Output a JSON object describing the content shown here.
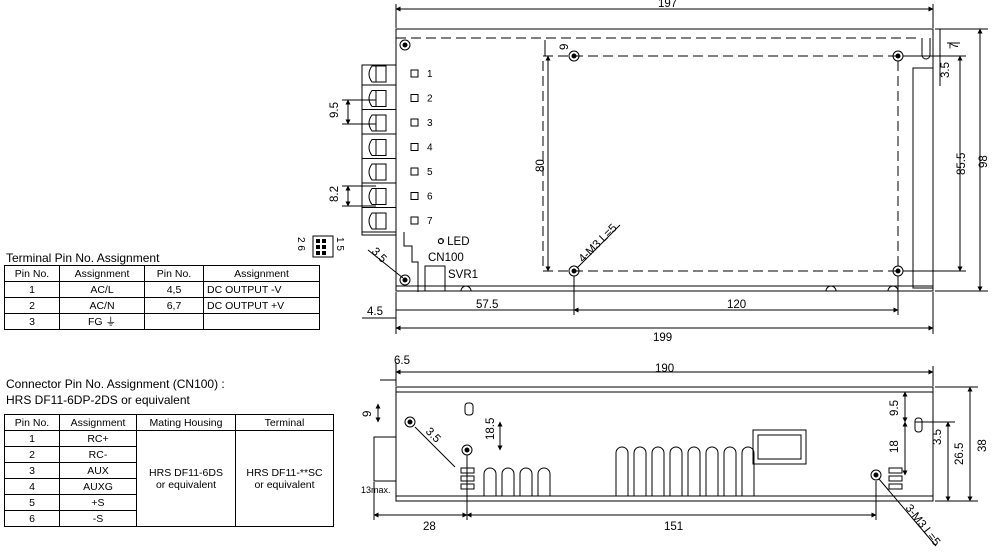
{
  "terminal_table": {
    "title": "Terminal Pin No.  Assignment",
    "headers": [
      "Pin No.",
      "Assignment",
      "Pin No.",
      "Assignment"
    ],
    "rows": [
      [
        "1",
        "AC/L",
        "4,5",
        "DC OUTPUT -V"
      ],
      [
        "2",
        "AC/N",
        "6,7",
        "DC OUTPUT +V"
      ],
      [
        "3",
        "FG ⏚",
        "",
        ""
      ]
    ]
  },
  "connector_table": {
    "title": "Connector Pin No. Assignment (CN100) :",
    "subtitle": "HRS DF11-6DP-2DS or equivalent",
    "headers": [
      "Pin No.",
      "Assignment",
      "Mating Housing",
      "Terminal"
    ],
    "rows": [
      [
        "1",
        "RC+"
      ],
      [
        "2",
        "RC-"
      ],
      [
        "3",
        "AUX"
      ],
      [
        "4",
        "AUXG"
      ],
      [
        "5",
        "+S"
      ],
      [
        "6",
        "-S"
      ]
    ],
    "mating_housing": "HRS DF11-6DS\nor equivalent",
    "terminal": "HRS DF11-**SC\nor equivalent"
  },
  "top_view": {
    "dims": {
      "overall_width": "197",
      "top_right_offset": "7",
      "hole_dia": "3.5",
      "hole_inset": "9",
      "height_85": "85.5",
      "height_98": "98",
      "height_80": "80",
      "pitch_95": "9.5",
      "pitch_82": "8.2",
      "mount_holes": "4-M3 L=5",
      "hole_35": "3.5",
      "left_offset": "4.5",
      "spacing_575": "57.5",
      "spacing_120": "120",
      "overall_199": "199"
    },
    "terminals": [
      "1",
      "2",
      "3",
      "4",
      "5",
      "6",
      "7"
    ],
    "labels": {
      "led": "LED",
      "cn100": "CN100",
      "svr1": "SVR1"
    },
    "cn100_pins": {
      "left": "2  6",
      "right": "1  5"
    }
  },
  "side_view": {
    "dims": {
      "top_offset": "6.5",
      "overall_width": "190",
      "top_9": "9",
      "hole_35": "3.5",
      "dim_185": "18.5",
      "dim_95": "9.5",
      "dim_18": "18",
      "dim_35": "3.5",
      "dim_265": "26.5",
      "dim_38": "38",
      "max13": "13max.",
      "dim_28": "28",
      "dim_151": "151",
      "mount_holes": "3-M3 L=5"
    }
  }
}
